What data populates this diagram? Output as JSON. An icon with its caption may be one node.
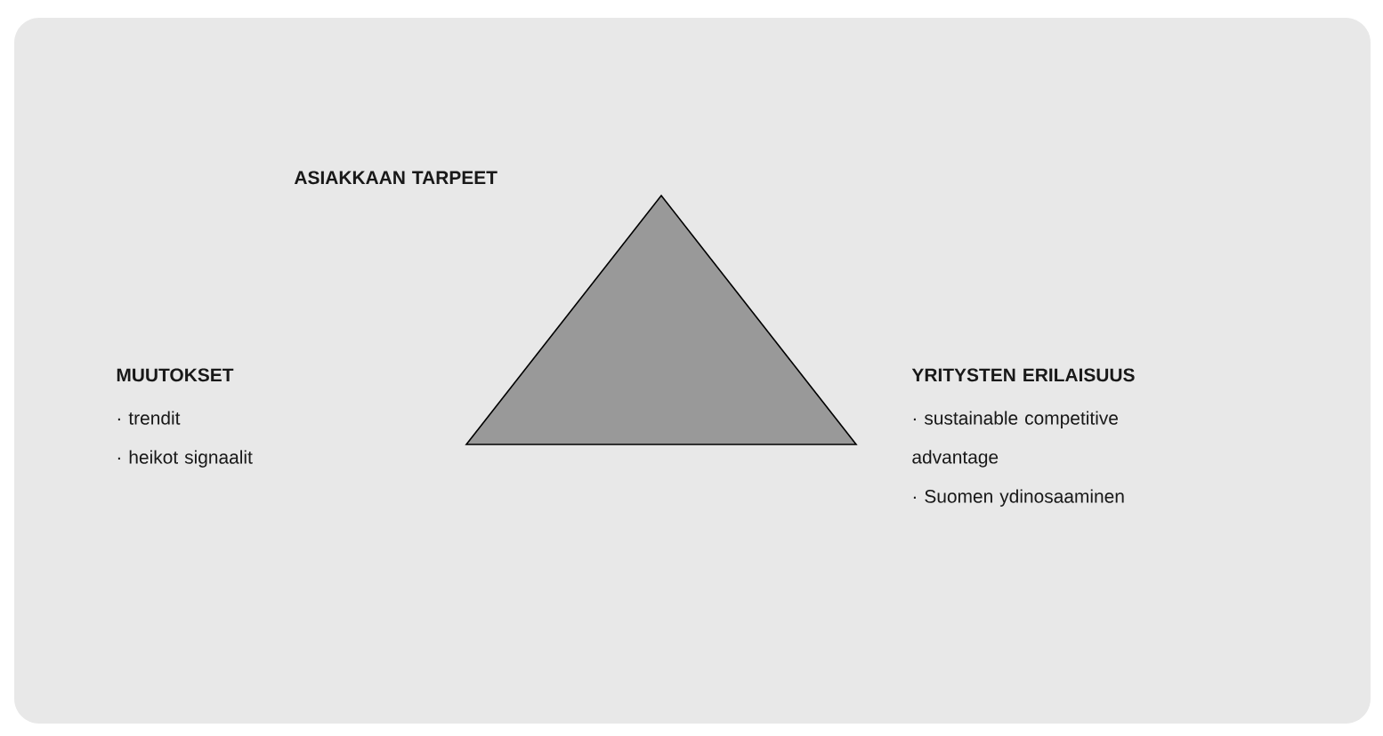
{
  "diagram": {
    "nodes": [
      {
        "text": [],
        "shape": "triangle"
      }
    ],
    "labels": [
      "ASIAKKAAN TARPEET",
      "MUUTOKSET",
      "· trendit",
      "· heikot signaalit",
      "YRITYSTEN ERILAISUUS",
      "· sustainable competitive advantage",
      "· Suomen ydinosaaminen"
    ]
  }
}
